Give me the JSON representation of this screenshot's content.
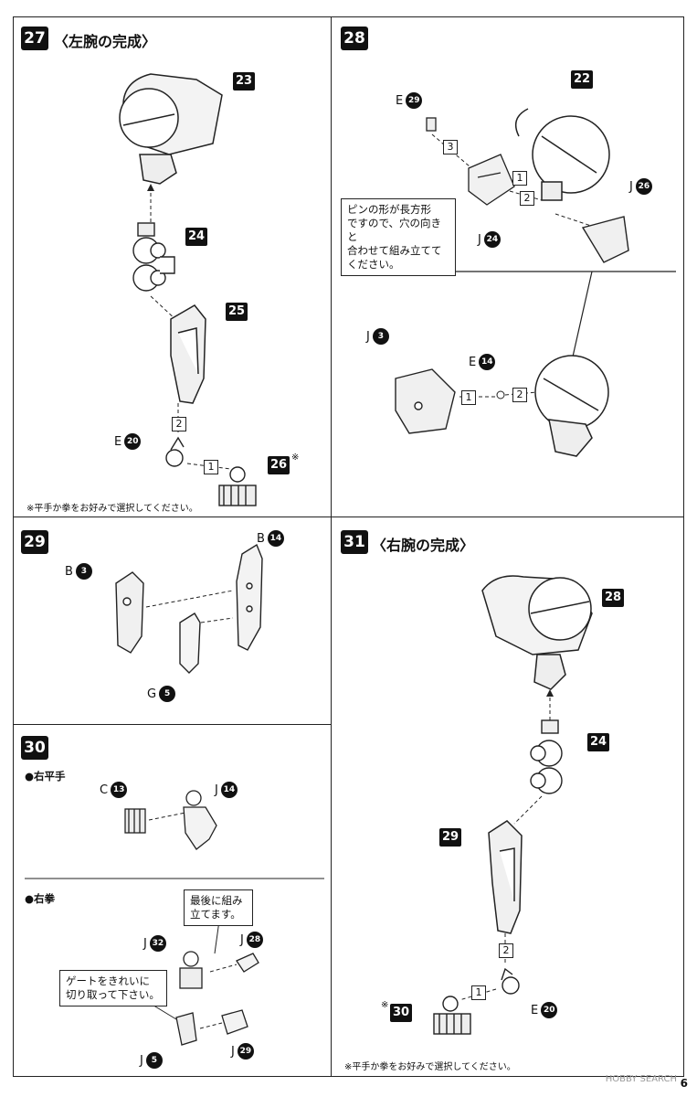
{
  "page_number": "6",
  "watermark": "HOBBY SEARCH",
  "steps": {
    "s27": {
      "num": "27",
      "title": "〈左腕の完成〉",
      "parts": [
        "23",
        "24",
        "25",
        "26"
      ],
      "ref_e": "E",
      "ref_e_num": "20",
      "seq1": "1",
      "seq2": "2",
      "mark": "※",
      "note": "※平手か拳をお好みで選択してください。"
    },
    "s28": {
      "num": "28",
      "part22": "22",
      "ref_e29_letter": "E",
      "ref_e29_num": "29",
      "ref_j26_letter": "J",
      "ref_j26_num": "26",
      "ref_j24_letter": "J",
      "ref_j24_num": "24",
      "ref_j3_letter": "J",
      "ref_j3_num": "3",
      "ref_e14_letter": "E",
      "ref_e14_num": "14",
      "seq1": "1",
      "seq2": "2",
      "seq3": "3",
      "callout": "ピンの形が長方形\nですので、穴の向きと\n合わせて組み立てて\nください。"
    },
    "s29": {
      "num": "29",
      "ref_b3_letter": "B",
      "ref_b3_num": "3",
      "ref_b14_letter": "B",
      "ref_b14_num": "14",
      "ref_g5_letter": "G",
      "ref_g5_num": "5"
    },
    "s30": {
      "num": "30",
      "sub1": "●右平手",
      "sub2": "●右拳",
      "ref_c13_letter": "C",
      "ref_c13_num": "13",
      "ref_j14_letter": "J",
      "ref_j14_num": "14",
      "ref_j32_letter": "J",
      "ref_j32_num": "32",
      "ref_j28_letter": "J",
      "ref_j28_num": "28",
      "ref_j5_letter": "J",
      "ref_j5_num": "5",
      "ref_j29_letter": "J",
      "ref_j29_num": "29",
      "callout_last": "最後に組み\n立てます。",
      "callout_gate": "ゲートをきれいに\n切り取って下さい。"
    },
    "s31": {
      "num": "31",
      "title": "〈右腕の完成〉",
      "parts": [
        "28",
        "24",
        "29",
        "30"
      ],
      "ref_e": "E",
      "ref_e_num": "20",
      "seq1": "1",
      "seq2": "2",
      "mark": "※",
      "note": "※平手か拳をお好みで選択してください。"
    }
  }
}
